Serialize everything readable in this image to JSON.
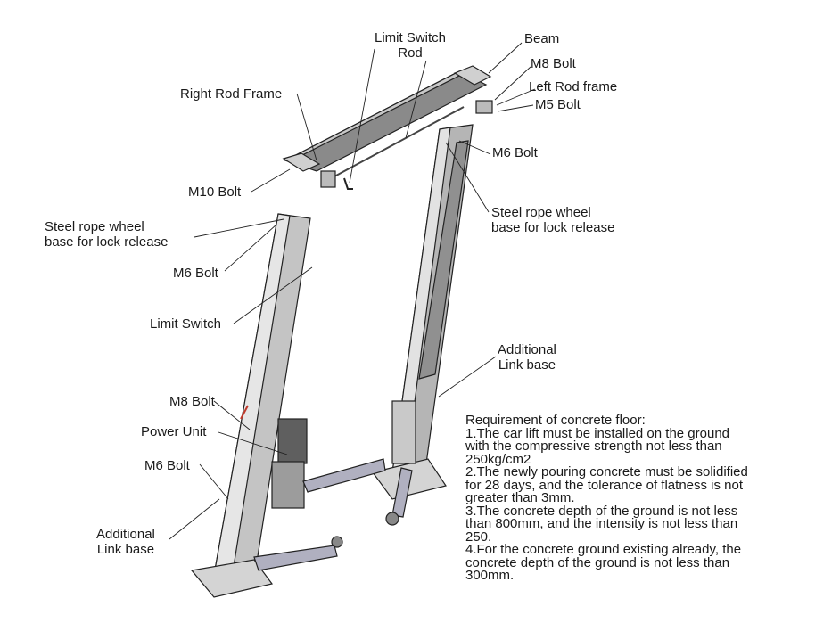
{
  "labels": {
    "limit_switch_rod_1": "Limit Switch",
    "limit_switch_rod_2": "Rod",
    "beam": "Beam",
    "m8_bolt_top": "M8 Bolt",
    "left_rod_frame": "Left Rod frame",
    "m5_bolt": "M5 Bolt",
    "right_rod_frame": "Right Rod Frame",
    "m6_bolt_right": "M6 Bolt",
    "m10_bolt": "M10 Bolt",
    "steel_rope_right_1": "Steel rope wheel",
    "steel_rope_right_2": "base for lock release",
    "steel_rope_left_1": "Steel rope wheel",
    "steel_rope_left_2": "base for lock release",
    "m6_bolt_left_top": "M6 Bolt",
    "limit_switch": "Limit Switch",
    "additional_link_right_1": "Additional",
    "additional_link_right_2": "Link base",
    "m8_bolt_left": "M8 Bolt",
    "power_unit": "Power Unit",
    "m6_bolt_left_bottom": "M6 Bolt",
    "additional_link_left_1": "Additional",
    "additional_link_left_2": "Link base"
  },
  "requirements": {
    "title": "Requirement of concrete floor:",
    "lines": [
      "1.The car lift must be installed on the ground",
      "with the compressive strength not less than",
      "250kg/cm2",
      "2.The newly pouring concrete must be solidified",
      "for 28 days, and the tolerance of flatness is not",
      "greater than 3mm.",
      "3.The concrete depth of the ground is not less",
      "than 800mm, and the intensity is not less than",
      "250.",
      "4.For the concrete ground existing already, the",
      "concrete depth of the ground is not less than",
      "300mm."
    ]
  },
  "colors": {
    "line": "#222222",
    "metal_light": "#d9d9d9",
    "metal_mid": "#a9a9a9",
    "metal_dark": "#5a5a5a",
    "accent_red": "#c0392b"
  }
}
